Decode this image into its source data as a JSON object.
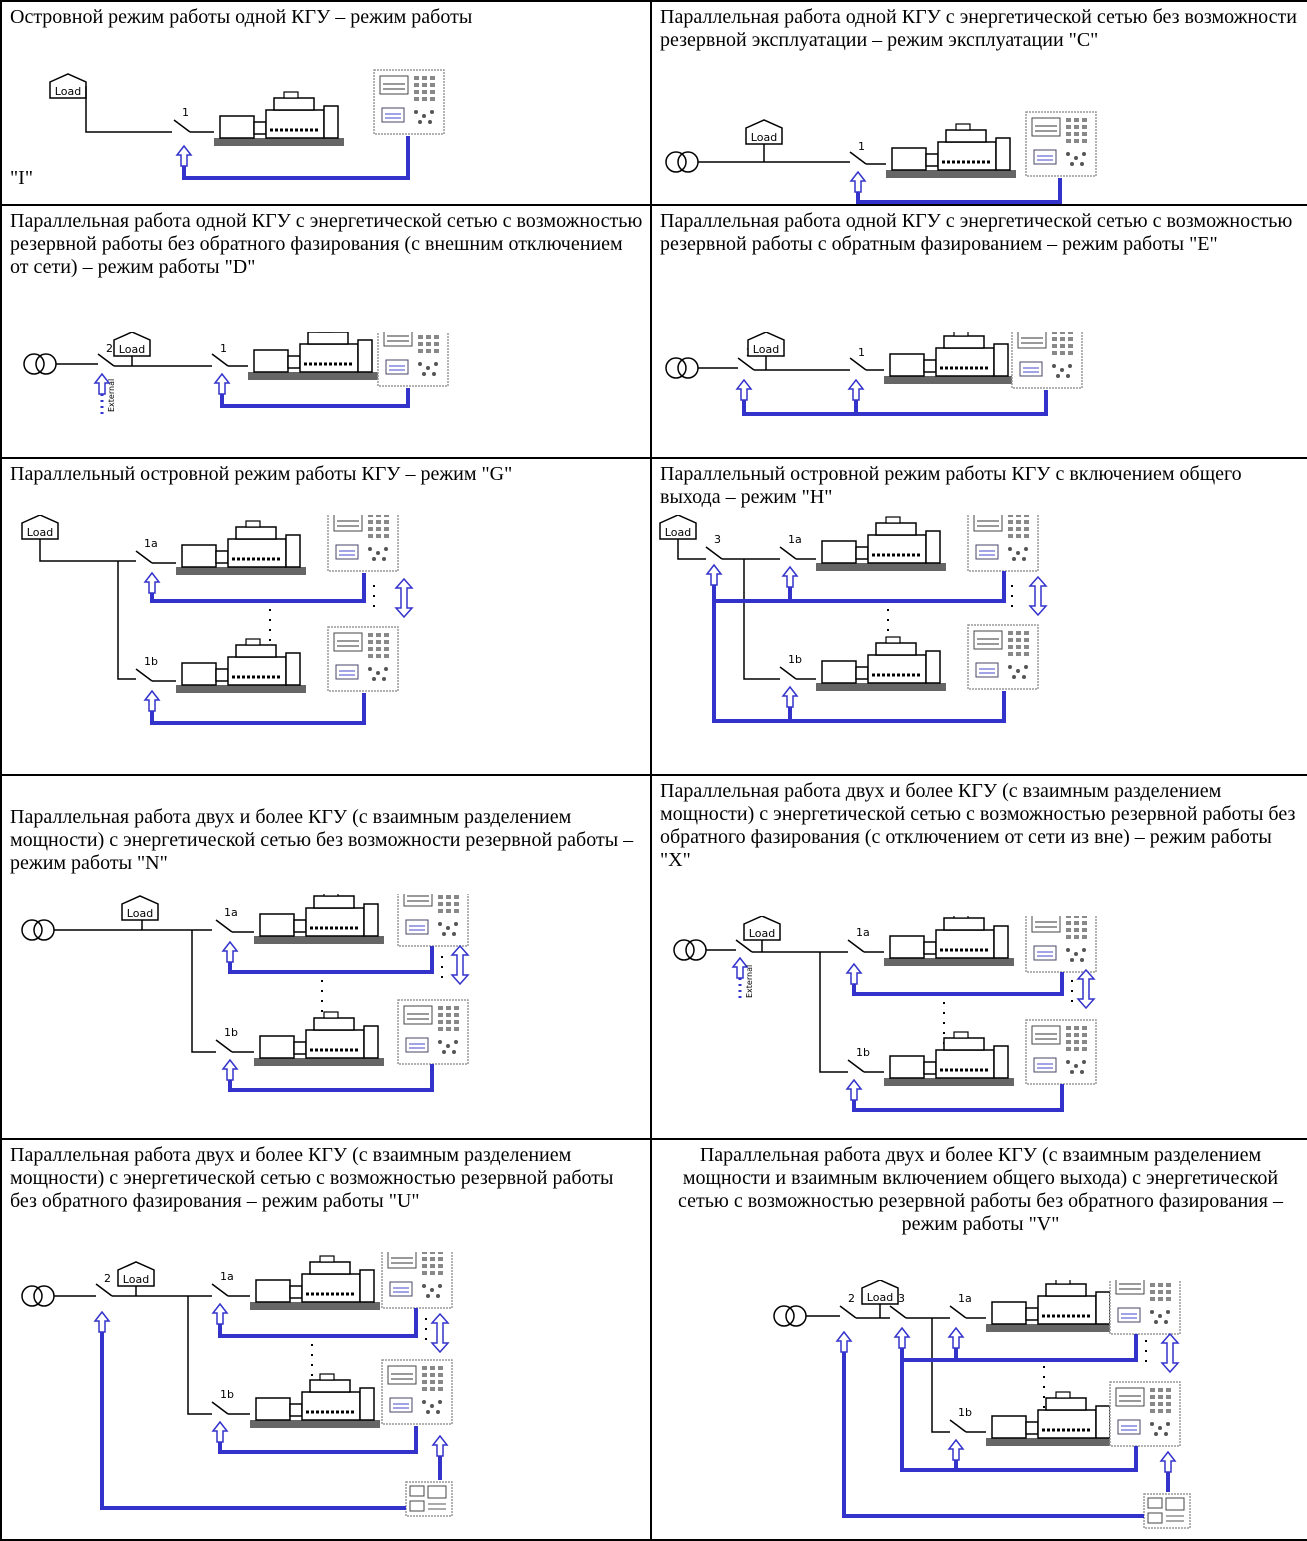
{
  "labels": {
    "load": "Load",
    "sw1": "1",
    "sw2": "2",
    "sw3": "3",
    "sw1a": "1a",
    "sw1b": "1b",
    "external": "External"
  },
  "cells": [
    {
      "id": "I",
      "caption": "Островной режим работы одной КГУ – режим работы",
      "tail": "\"I\""
    },
    {
      "id": "C",
      "caption": "Параллельная работа одной КГУ с энергетической сетью без возможности резервной эксплуатации – режим эксплуатации \"C\""
    },
    {
      "id": "D",
      "caption": "Параллельная работа одной КГУ с энергетической сетью с возможностью резервной работы без обратного фазирования (с внешним отключением от сети) – режим работы \"D\""
    },
    {
      "id": "E",
      "caption": "Параллельная работа одной КГУ с энергетической сетью с возможностью резервной работы с обратным фазированием – режим работы \"E\""
    },
    {
      "id": "G",
      "caption": "Параллельный островной режим работы КГУ – режим \"G\""
    },
    {
      "id": "H",
      "caption": "Параллельный островной режим работы КГУ с включением общего выхода – режим \"H\""
    },
    {
      "id": "N",
      "caption": "Параллельная работа двух и более КГУ (с взаимным разделением мощности) с энергетической сетью без возможности резервной работы – режим работы \"N\""
    },
    {
      "id": "X",
      "caption": "Параллельная работа двух и более КГУ (с взаимным разделением мощности) с энергетической сетью с возможностью резервной работы без обратного фазирования (с отключением от сети из вне) – режим работы \"X\""
    },
    {
      "id": "U",
      "caption": "Параллельная работа двух и более КГУ (с взаимным разделением мощности) с энергетической сетью с возможностью резервной работы без обратного фазирования – режим работы \"U\""
    },
    {
      "id": "V",
      "caption": "Параллельная работа двух и более КГУ (с взаимным разделением мощности и взаимным включением общего выхода) с энергетической сетью с возможностью резервной работы без обратного фазирования – режим работы \"V\""
    }
  ]
}
